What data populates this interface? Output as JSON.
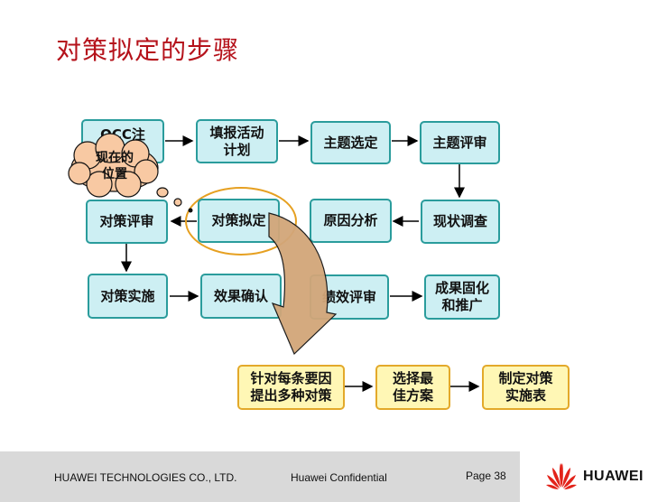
{
  "slide": {
    "title": "对策拟定的步骤",
    "flow": {
      "row1": [
        "QCC注",
        "填报活动\n计划",
        "主题选定",
        "主题评审"
      ],
      "row2": [
        "对策评审",
        "对策拟定",
        "原因分析",
        "现状调查"
      ],
      "row3": [
        "对策实施",
        "效果确认",
        "绩效评审",
        "成果固化\n和推广"
      ]
    },
    "callout": "现在的\n位置",
    "detail_steps": [
      "针对每条要因\n提出多种对策",
      "选择最\n佳方案",
      "制定对策\n实施表"
    ]
  },
  "footer": {
    "company": "HUAWEI TECHNOLOGIES CO., LTD.",
    "confidential": "Huawei Confidential",
    "page": "Page 38",
    "brand": "HUAWEI"
  },
  "colors": {
    "title": "#b5121b",
    "box_fill": "#cdeff3",
    "box_border": "#2a9c9c",
    "detail_fill": "#fff7b5",
    "detail_border": "#e3a92a",
    "logo_red": "#e2231a"
  },
  "icons": [
    "huawei-logo-icon",
    "curved-arrow-icon",
    "thought-cloud-icon"
  ]
}
